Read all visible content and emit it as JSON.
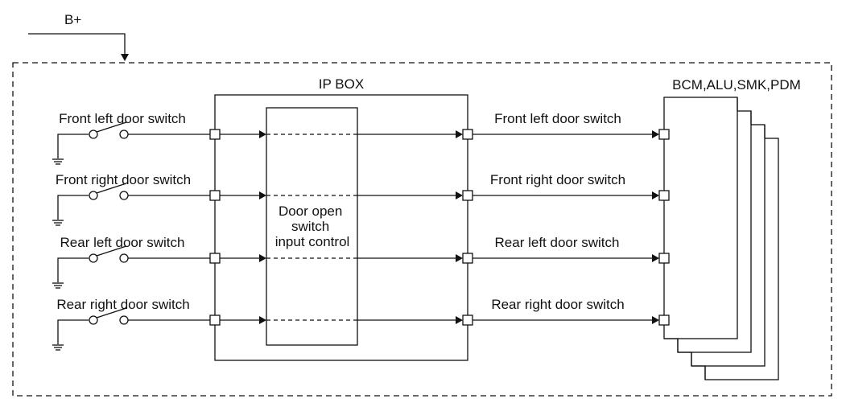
{
  "supply_label": "B+",
  "ip_box_label": "IP BOX",
  "control_label_lines": [
    "Door open",
    "switch",
    "input control"
  ],
  "module_label": "BCM,ALU,SMK,PDM",
  "switch_labels": [
    "Front left door switch",
    "Front right door switch",
    "Rear left door switch",
    "Rear right door switch"
  ],
  "output_labels": [
    "Front left door switch",
    "Front right door switch",
    "Rear left door switch",
    "Rear right door switch"
  ]
}
